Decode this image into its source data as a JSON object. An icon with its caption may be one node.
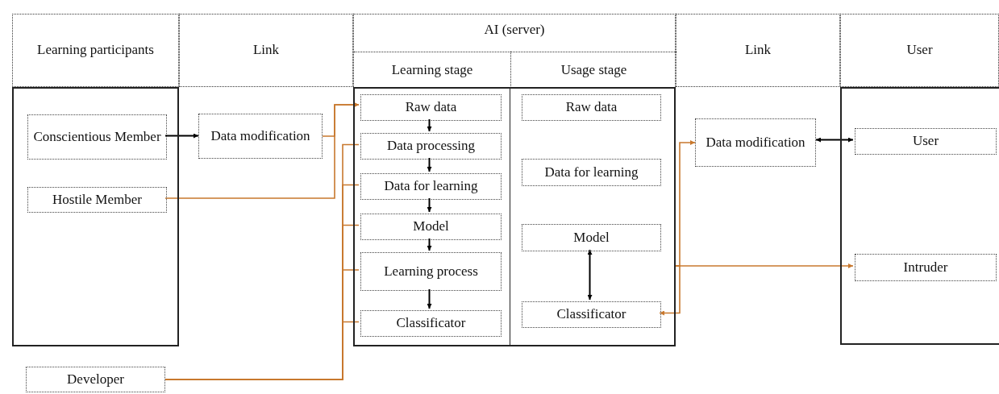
{
  "diagram": {
    "nodes": [
      {
        "text": [
          "Learning participants"
        ]
      },
      {
        "text": [
          "Link"
        ]
      },
      {
        "text": [
          "AI (server)"
        ]
      },
      {
        "text": [
          "Learning stage"
        ],
        "in": 2
      },
      {
        "text": [
          "Usage stage"
        ],
        "in": 2
      },
      {
        "text": [
          "Link"
        ]
      },
      {
        "text": [
          "User"
        ]
      },
      {
        "text": [],
        "shape": "box"
      },
      {
        "text": [
          "Conscientious Member"
        ],
        "in": 7
      },
      {
        "text": [
          "Hostile Member"
        ],
        "in": 7
      },
      {
        "text": [
          "Developer"
        ]
      },
      {
        "text": [
          "Data modification"
        ]
      },
      {
        "text": [],
        "shape": "box"
      },
      {
        "text": [
          "Raw data"
        ],
        "in": 12
      },
      {
        "text": [
          "Data processing"
        ],
        "in": 12
      },
      {
        "text": [
          "Data for learning"
        ],
        "in": 12
      },
      {
        "text": [
          "Model"
        ],
        "in": 12
      },
      {
        "text": [
          "Learning process"
        ],
        "in": 12
      },
      {
        "text": [
          "Classificator"
        ],
        "in": 12
      },
      {
        "text": [
          "Raw data"
        ],
        "in": 12
      },
      {
        "text": [
          "Data for learning"
        ],
        "in": 12
      },
      {
        "text": [
          "Model"
        ],
        "in": 12
      },
      {
        "text": [
          "Classificator"
        ],
        "in": 12
      },
      {
        "text": [
          "Data modification"
        ]
      },
      {
        "text": [],
        "shape": "box"
      },
      {
        "text": [
          "User"
        ],
        "in": 24
      },
      {
        "text": [
          "Intruder"
        ],
        "in": 24
      }
    ],
    "edges": [
      {
        "from": 8,
        "to": 11,
        "arrow": "to",
        "color": "#000000"
      },
      {
        "from": 11,
        "to": 13,
        "arrow": "to"
      },
      {
        "from": 9,
        "to": 13,
        "arrow": "to"
      },
      {
        "from": 10,
        "to": 14,
        "arrow": "none"
      },
      {
        "from": 10,
        "to": 15,
        "arrow": "none"
      },
      {
        "from": 10,
        "to": 16,
        "arrow": "none"
      },
      {
        "from": 10,
        "to": 17,
        "arrow": "none"
      },
      {
        "from": 10,
        "to": 18,
        "arrow": "none"
      },
      {
        "from": 13,
        "to": 14,
        "arrow": "to",
        "color": "#000000"
      },
      {
        "from": 14,
        "to": 15,
        "arrow": "to",
        "color": "#000000"
      },
      {
        "from": 15,
        "to": 16,
        "arrow": "to",
        "color": "#000000"
      },
      {
        "from": 16,
        "to": 17,
        "arrow": "to",
        "color": "#000000"
      },
      {
        "from": 17,
        "to": 18,
        "arrow": "to",
        "color": "#000000"
      },
      {
        "from": 21,
        "to": 22,
        "arrow": "both",
        "color": "#000000"
      },
      {
        "from": 23,
        "to": 25,
        "arrow": "both",
        "color": "#000000"
      },
      {
        "from": 12,
        "to": 23,
        "arrow": "to"
      },
      {
        "from": 12,
        "to": 22,
        "arrow": "to"
      },
      {
        "from": 12,
        "to": 26,
        "arrow": "to"
      }
    ]
  }
}
